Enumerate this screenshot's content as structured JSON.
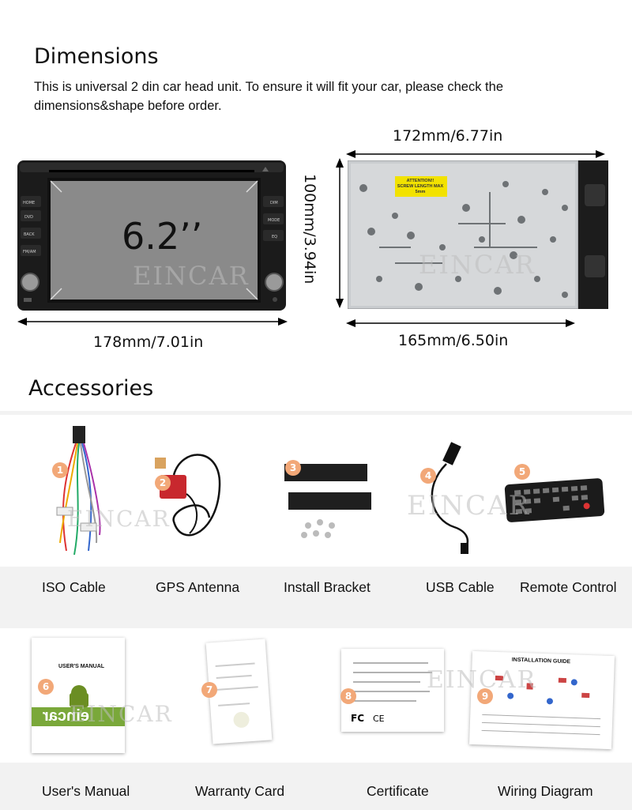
{
  "dimensions": {
    "title": "Dimensions",
    "intro_line1": "This is universal 2 din car head unit. To ensure it will fit your car, please check the",
    "intro_line2": "dimensions&shape before order.",
    "front": {
      "screen_size": "6.2’’",
      "width_label": "178mm/7.01in",
      "height_label": "100mm/3.94in",
      "buttons_left": [
        "HOME",
        "DVD",
        "BACK",
        "FM/AM"
      ],
      "buttons_right": [
        "DIM",
        "MODE",
        "EQ"
      ]
    },
    "side": {
      "top_label": "172mm/6.77in",
      "bottom_label": "165mm/6.50in",
      "sticker": [
        "ATTENTION!!",
        "SCREW LENGTH MAX",
        "5mm"
      ]
    },
    "watermark": "EINCAR"
  },
  "accessories": {
    "title": "Accessories",
    "items": [
      {
        "number": "1",
        "caption": "ISO Cable"
      },
      {
        "number": "2",
        "caption": "GPS Antenna"
      },
      {
        "number": "3",
        "caption": "Install Bracket"
      },
      {
        "number": "4",
        "caption": "USB Cable"
      },
      {
        "number": "5",
        "caption": "Remote Control"
      },
      {
        "number": "6",
        "caption": "User's Manual"
      },
      {
        "number": "7",
        "caption": "Warranty Card"
      },
      {
        "number": "8",
        "caption": "Certificate"
      },
      {
        "number": "9",
        "caption": "Wiring Diagram"
      }
    ],
    "manual_cover": {
      "heading": "USER'S MANUAL",
      "brand": "eincar"
    },
    "wiring_heading": "INSTALLATION GUIDE"
  }
}
